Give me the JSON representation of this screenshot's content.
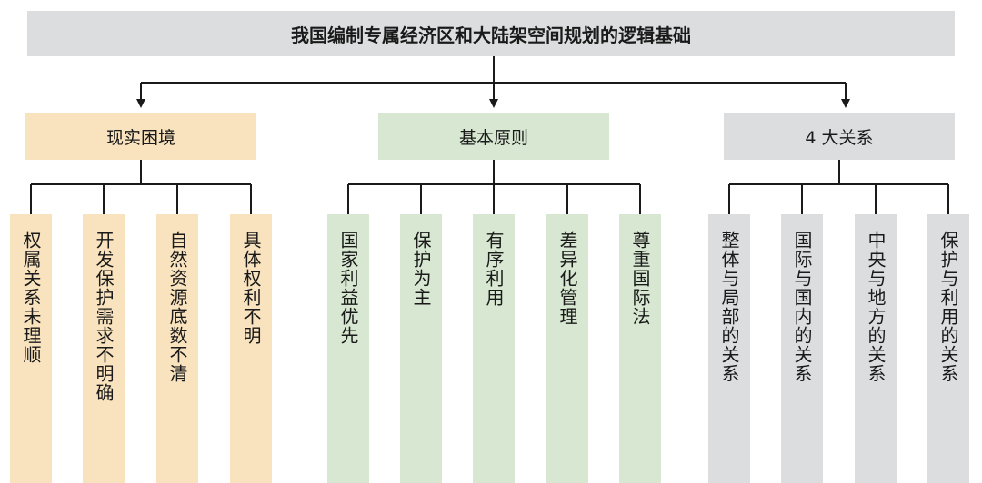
{
  "title": "我国编制专属经济区和大陆架空间规划的逻辑基础",
  "groups": [
    {
      "label": "现实困境",
      "color": "#f9e3be",
      "items": [
        "权属关系未理顺",
        "开发保护需求不明确",
        "自然资源底数不清",
        "具体权利不明"
      ]
    },
    {
      "label": "基本原则",
      "color": "#d7e7d1",
      "items": [
        "国家利益优先",
        "保护为主",
        "有序利用",
        "差异化管理",
        "尊重国际法"
      ]
    },
    {
      "label": "4 大关系",
      "color": "#dcddde",
      "items": [
        "整体与局部的关系",
        "国际与国内的关系",
        "中央与地方的关系",
        "保护与利用的关系"
      ]
    }
  ]
}
